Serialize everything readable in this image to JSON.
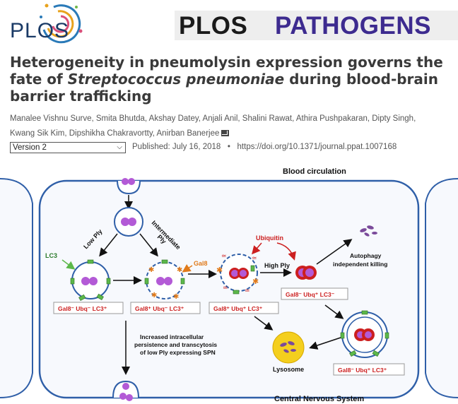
{
  "publisher": {
    "logo_text": "PLOS",
    "journal_prefix": "PLOS",
    "journal_name": "PATHOGENS"
  },
  "article": {
    "title_part1": "Heterogeneity in pneumolysin expression governs the fate of ",
    "title_species": "Streptococcus pneumoniae",
    "title_part2": " during blood-brain barrier trafficking",
    "authors_line1": "Manalee Vishnu Surve,  Smita Bhutda,  Akshay Datey,  Anjali Anil,  Shalini Rawat,  Athira Pushpakaran,  Dipty Singh,",
    "authors_line2": "Kwang Sik Kim,  Dipshikha Chakravortty,  Anirban Banerjee",
    "version": "Version 2",
    "published": "Published: July 16, 2018",
    "doi": "https://doi.org/10.1371/journal.ppat.1007168"
  },
  "figure": {
    "blood_circulation": "Blood circulation",
    "cns": "Central Nervous System",
    "low_ply": "Low Ply",
    "intermediate": "Intermediate",
    "ply": "Ply",
    "lc3": "LC3",
    "gal8": "Gal8",
    "ubiquitin": "Ubiquitin",
    "high_ply": "High Ply",
    "autophagy_line1": "Autophagy",
    "autophagy_line2": "independent killing",
    "lysosome": "Lysosome",
    "persistence_line1": "Increased intracellular",
    "persistence_line2": "persistence and transcytosis",
    "persistence_line3": "of low Ply expressing SPN",
    "box1": "Gal8⁻ Ubq⁻ LC3⁺",
    "box2": "Gal8⁺ Ubq⁻ LC3⁺",
    "box3": "Gal8⁺ Ubq⁺ LC3⁺",
    "box4": "Gal8⁻ Ubq⁺ LC3⁻",
    "box5": "Gal8⁻ Ubq⁺ LC3⁺"
  },
  "colors": {
    "cell_border": "#2f5fa8",
    "cell_fill": "#f7f9fd",
    "bacteria": "#b35ad6",
    "ubiquitin": "#cc1f1f",
    "gal8": "#e07a1a",
    "lc3": "#5cb84a",
    "lysosome": "#f4cf1e",
    "journal_name": "#3d2b8f"
  }
}
